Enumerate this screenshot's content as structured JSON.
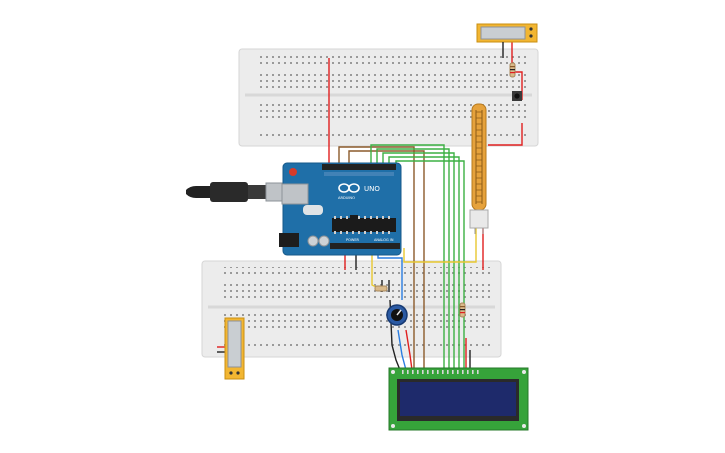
{
  "board": {
    "brand": "UNO",
    "model": "ARDUINO",
    "header_power": "POWER",
    "header_analog": "ANALOG IN"
  },
  "colors": {
    "breadboard": "#ececec",
    "breadboard_edge": "#d6d6d6",
    "board_blue": "#1f6fa8",
    "lcd_green": "#36a33a",
    "lcd_screen": "#1e2a6b",
    "wire_red": "#e02020",
    "wire_black": "#222222",
    "wire_green": "#3cb043",
    "wire_brown": "#8b5a2b",
    "wire_blue": "#2a7de1",
    "wire_yellow": "#e8c830",
    "flex_sensor": "#e6a23c",
    "sensor_frame": "#f2b632"
  },
  "components": [
    {
      "name": "arduino-uno",
      "kind": "microcontroller"
    },
    {
      "name": "usb-cable",
      "kind": "cable"
    },
    {
      "name": "breadboard-top",
      "kind": "breadboard"
    },
    {
      "name": "breadboard-bottom",
      "kind": "breadboard"
    },
    {
      "name": "lcd-16x2",
      "kind": "display"
    },
    {
      "name": "potentiometer",
      "kind": "knob"
    },
    {
      "name": "flex-sensor",
      "kind": "sensor"
    },
    {
      "name": "force-sensor-top",
      "kind": "sensor"
    },
    {
      "name": "force-sensor-left",
      "kind": "sensor"
    },
    {
      "name": "pushbutton",
      "kind": "button"
    },
    {
      "name": "resistor",
      "kind": "passive"
    }
  ]
}
